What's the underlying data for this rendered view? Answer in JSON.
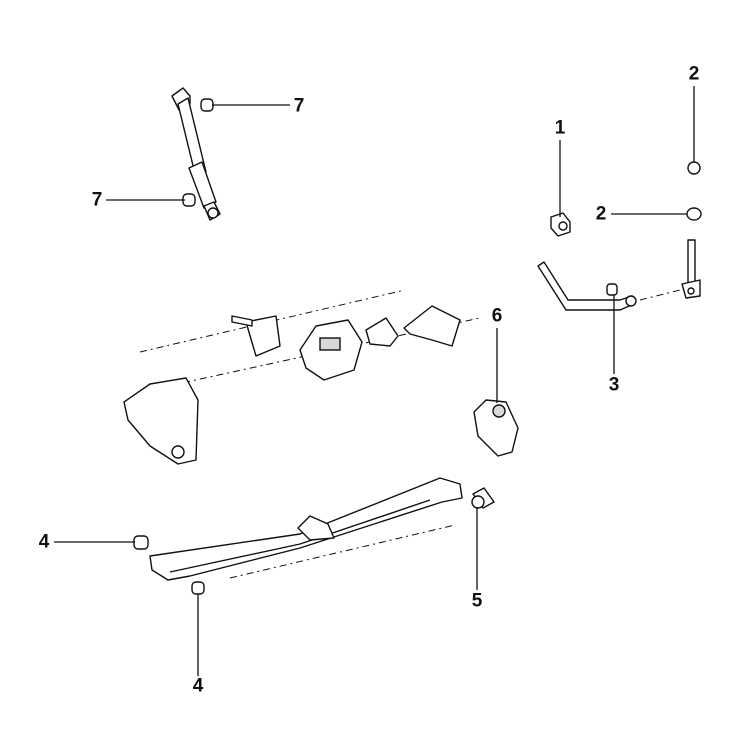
{
  "callouts": {
    "c1": "1",
    "c2a": "2",
    "c2b": "2",
    "c3": "3",
    "c4a": "4",
    "c4b": "4",
    "c5": "5",
    "c6": "6",
    "c7a": "7",
    "c7b": "7"
  },
  "colors": {
    "line": "#111111",
    "background": "#ffffff"
  }
}
